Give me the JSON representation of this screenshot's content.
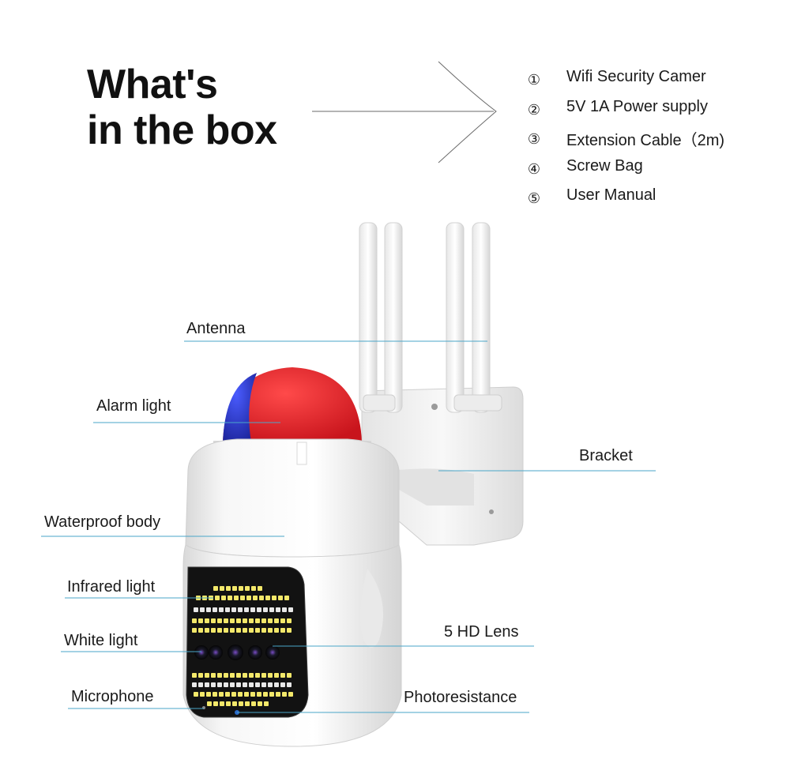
{
  "heading": {
    "line1": "What's",
    "line2": "in the box"
  },
  "box_contents": [
    {
      "marker": "①",
      "text": "Wifi Security Camer"
    },
    {
      "marker": "②",
      "text": "5V 1A Power supply"
    },
    {
      "marker": "③",
      "text": "Extension Cable（2m)"
    },
    {
      "marker": "④",
      "text": "Screw Bag"
    },
    {
      "marker": "⑤",
      "text": "User Manual"
    }
  ],
  "callouts": {
    "antenna": "Antenna",
    "alarm_light": "Alarm light",
    "bracket": "Bracket",
    "waterproof_body": "Waterproof body",
    "infrared_light": "Infrared light",
    "white_light": "White light",
    "lens": "5 HD Lens",
    "microphone": "Microphone",
    "photoresistance": "Photoresistance"
  },
  "colors": {
    "leader_line": "#4aa6c8",
    "alarm_red": "#e0202a",
    "alarm_blue": "#2434c8",
    "body_white": "#f4f4f4"
  }
}
